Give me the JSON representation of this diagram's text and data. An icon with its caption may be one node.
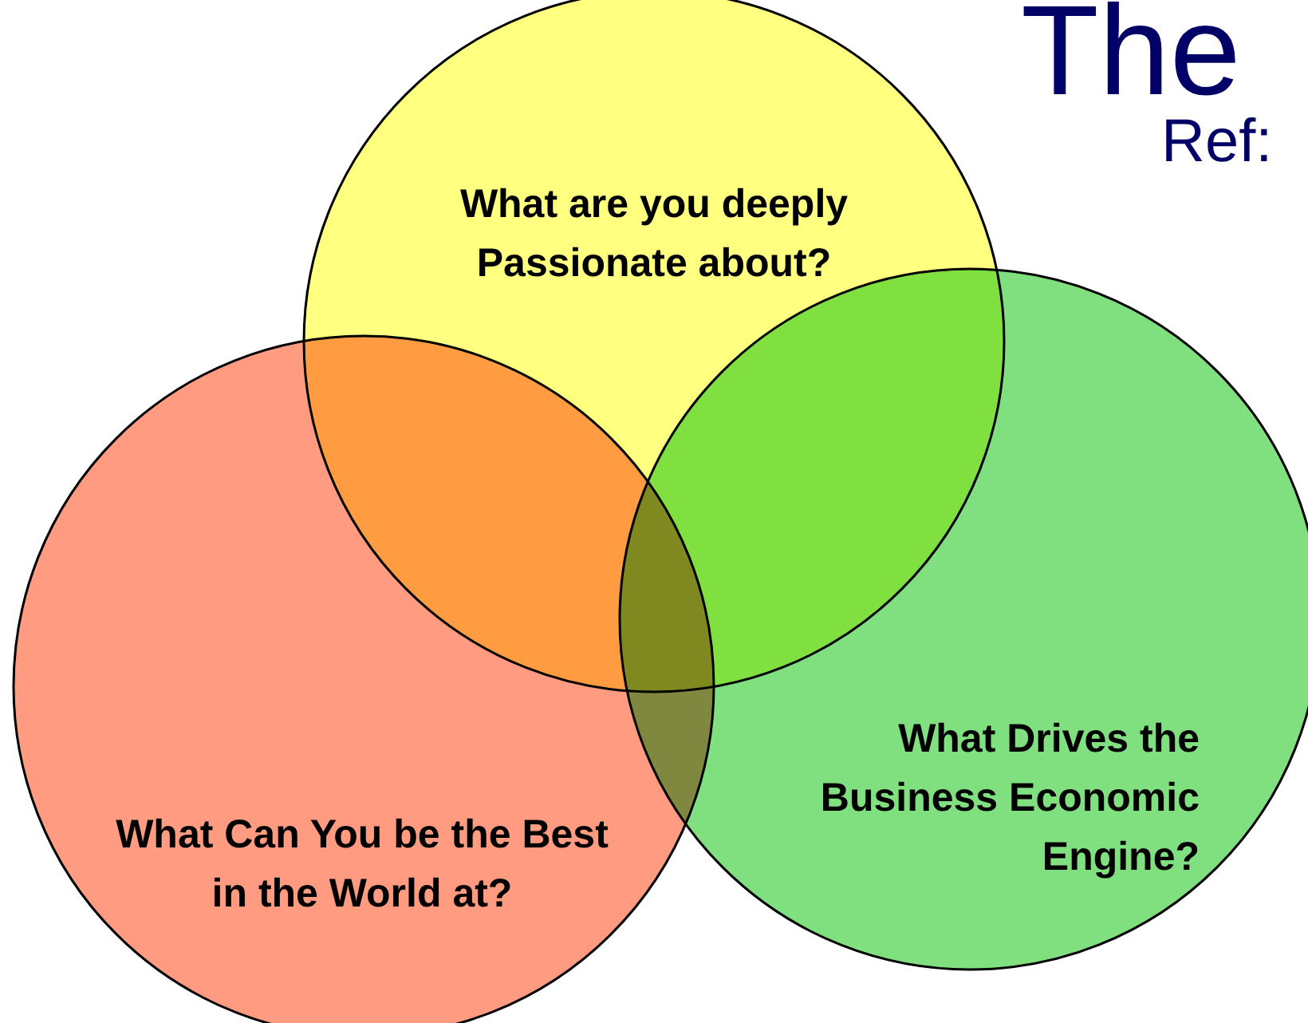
{
  "diagram": {
    "nodes": [
      {
        "text": [
          "What are you deeply Passionate about?"
        ]
      },
      {
        "text": [
          "What Can You be the Best in the World at?"
        ]
      },
      {
        "text": [
          "What Drives the Business Economic Engine?"
        ]
      }
    ],
    "labels": [
      "The",
      "Ref:"
    ]
  }
}
